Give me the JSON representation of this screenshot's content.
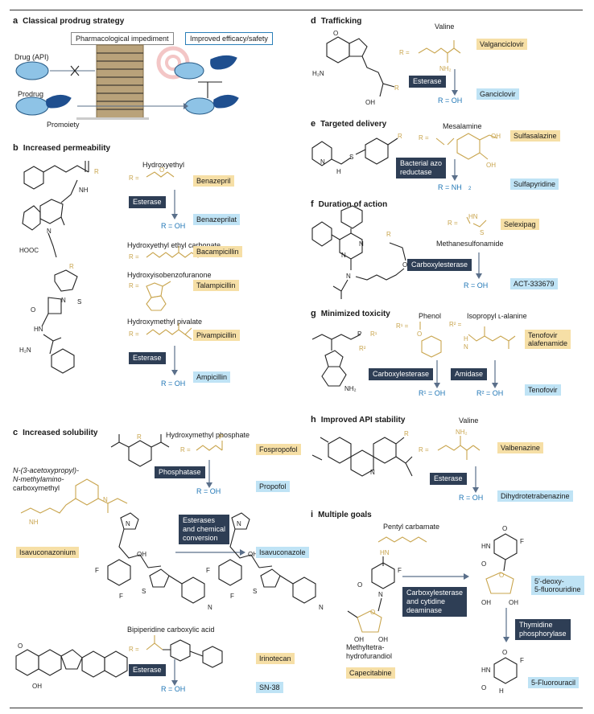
{
  "panels": {
    "a": {
      "letter": "a",
      "title": "Classical prodrug strategy",
      "impediment": "Pharmacological impediment",
      "efficacy": "Improved efficacy/safety",
      "drug": "Drug (API)",
      "prodrug": "Prodrug",
      "promoiety": "Promoiety"
    },
    "b": {
      "letter": "b",
      "title": "Increased permeability",
      "hydroxyethyl": "Hydroxyethyl",
      "benazepril": "Benazepril",
      "esterase": "Esterase",
      "roh": "R = OH",
      "benazeprilat": "Benazeprilat",
      "hec": "Hydroxyethyl ethyl carbonate",
      "bacampicillin": "Bacampicillin",
      "hibf": "Hydroxyisobenzofuranone",
      "talampicillin": "Talampicillin",
      "hmp": "Hydroxymethyl pivalate",
      "pivampicillin": "Pivampicillin",
      "esterase2": "Esterase",
      "roh2": "R = OH",
      "ampicillin": "Ampicillin",
      "hooc": "HOOC"
    },
    "c": {
      "letter": "c",
      "title": "Increased solubility",
      "hmphosphate": "Hydroxymethyl phosphate",
      "fospropofol": "Fospropofol",
      "phosphatase": "Phosphatase",
      "roh": "R = OH",
      "propofol": "Propofol",
      "nacetoxy1": "N-(3-acetoxypropyl)-",
      "nacetoxy2": "N-methylamino-",
      "nacetoxy3": "carboxymethyl",
      "isavuconazonium": "Isavuconazonium",
      "esterases1": "Esterases",
      "esterases2": "and chemical",
      "esterases3": "conversion",
      "isavuconazole": "Isavuconazole",
      "bipiperidine": "Bipiperidine carboxylic acid",
      "irinotecan": "Irinotecan",
      "esterase": "Esterase",
      "roh2": "R = OH",
      "sn38": "SN-38"
    },
    "d": {
      "letter": "d",
      "title": "Trafficking",
      "valine": "Valine",
      "valganciclovir": "Valganciclovir",
      "esterase": "Esterase",
      "roh": "R = OH",
      "ganciclovir": "Ganciclovir"
    },
    "e": {
      "letter": "e",
      "title": "Targeted delivery",
      "mesalamine": "Mesalamine",
      "sulfasalazine": "Sulfasalazine",
      "enzyme1": "Bacterial azo",
      "enzyme2": "reductase",
      "rnh2": "R = NH",
      "sulfapyridine": "Sulfapyridine"
    },
    "f": {
      "letter": "f",
      "title": "Duration of action",
      "selexipag": "Selexipag",
      "methanesulfonamide": "Methanesulfonamide",
      "carboxylesterase": "Carboxylesterase",
      "roh": "R = OH",
      "act": "ACT-333679"
    },
    "g": {
      "letter": "g",
      "title": "Minimized toxicity",
      "phenol": "Phenol",
      "isopropyl": "Isopropyl ʟ-alanine",
      "taf1": "Tenofovir",
      "taf2": "alafenamide",
      "carboxylesterase": "Carboxylesterase",
      "amidase": "Amidase",
      "r1oh": "R¹ = OH",
      "r2oh": "R² = OH",
      "tenofovir": "Tenofovir"
    },
    "h": {
      "letter": "h",
      "title": "Improved API stability",
      "valine": "Valine",
      "valbenazine": "Valbenazine",
      "esterase": "Esterase",
      "roh": "R = OH",
      "dhtbz": "Dihydrotetrabenazine"
    },
    "i": {
      "letter": "i",
      "title": "Multiple goals",
      "pentyl": "Pentyl carbamate",
      "doxfl1": "5′-deoxy-",
      "doxfl2": "5-fluorouridine",
      "enz1a": "Carboxylesterase",
      "enz1b": "and cytidine",
      "enz1c": "deaminase",
      "methyl1": "Methyltetra-",
      "methyl2": "hydrofurandiol",
      "capecitabine": "Capecitabine",
      "thyA": "Thymidine",
      "thyB": "phosphorylase",
      "fu": "5-Fluorouracil"
    }
  },
  "colors": {
    "prodrug_yellow": "#f6dfa6",
    "drug_blue": "#bfe3f5",
    "enzyme_navy": "#2e3e55",
    "moiety_gold": "#c9a54e",
    "roh_blue": "#1f76b5"
  }
}
